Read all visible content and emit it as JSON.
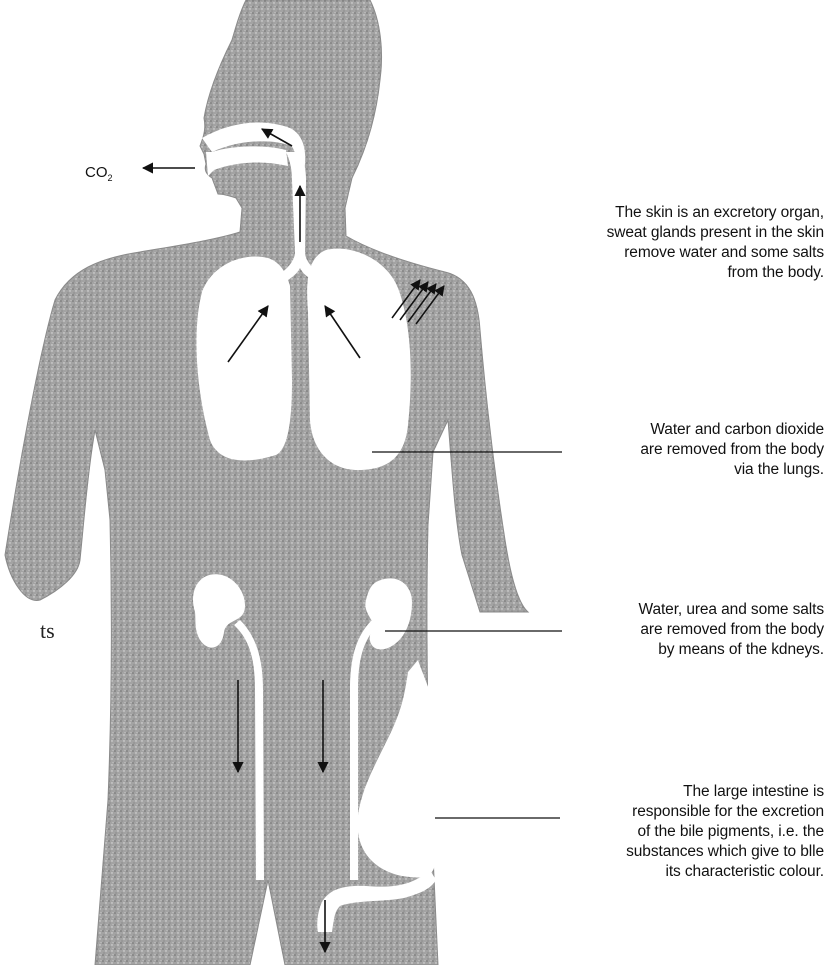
{
  "co2": {
    "text": "CO",
    "sub": "2"
  },
  "margin_fragment": "ts",
  "colors": {
    "body": "#a3a3a3",
    "organs": "#ffffff",
    "text": "#111111",
    "lines": "#111111"
  },
  "annotations": [
    {
      "id": "skin",
      "lines": [
        "The skin is an excretory  organ,",
        "sweat glands present in the skin",
        "remove water and some salts",
        "from the body."
      ]
    },
    {
      "id": "lungs",
      "lines": [
        "Water and carbon dioxide",
        "are removed from the body",
        "via the lungs."
      ]
    },
    {
      "id": "kidneys",
      "lines": [
        "Water, urea and some salts",
        "are removed from the body",
        "by means of the kdneys."
      ]
    },
    {
      "id": "large-intestine",
      "lines": [
        "The large intestine is",
        "responsible for the excretion",
        "of the bile pigments, i.e. the",
        "substances which give to blle",
        "its characteristic colour."
      ]
    }
  ]
}
